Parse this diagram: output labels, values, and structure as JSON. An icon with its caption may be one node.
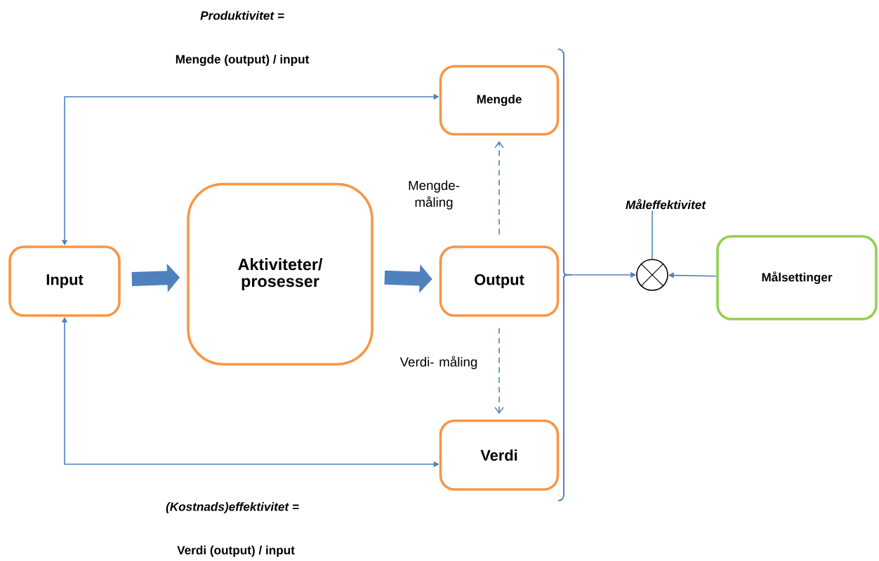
{
  "diagram": {
    "nodes": [
      {
        "text": [
          "Input"
        ]
      },
      {
        "text": [
          "Aktiviteter/ prosesser"
        ]
      },
      {
        "text": [
          "Mengde"
        ]
      },
      {
        "text": [
          "Output"
        ]
      },
      {
        "text": [
          "Verdi"
        ]
      },
      {
        "text": [],
        "shape": "bracket"
      },
      {
        "text": [],
        "shape": "circle"
      },
      {
        "text": [
          "Måleffektivitet"
        ]
      },
      {
        "text": [
          "Målsettinger"
        ]
      }
    ],
    "edges": [
      {
        "from": 0,
        "to": 1,
        "arrow": "to",
        "style": "thick"
      },
      {
        "from": 1,
        "to": 3,
        "arrow": "to",
        "style": "thick"
      },
      {
        "from": 3,
        "to": 2,
        "arrow": "to",
        "style": "dashed",
        "label": "Mengde- måling"
      },
      {
        "from": 3,
        "to": 4,
        "arrow": "to",
        "style": "dashed",
        "label": "Verdi- måling"
      },
      {
        "from": 0,
        "to": 2,
        "arrow": "both"
      },
      {
        "from": 0,
        "to": 4,
        "arrow": "both"
      },
      {
        "from": 5,
        "to": 6,
        "arrow": "to"
      },
      {
        "from": 8,
        "to": 6,
        "arrow": "to"
      },
      {
        "from": 6,
        "to": 7,
        "arrow": "none"
      }
    ],
    "labels": [
      "Produktivitet =",
      "Mengde (output) / input",
      "(Kostnads)effektivitet =",
      "Verdi (output) / input"
    ]
  }
}
